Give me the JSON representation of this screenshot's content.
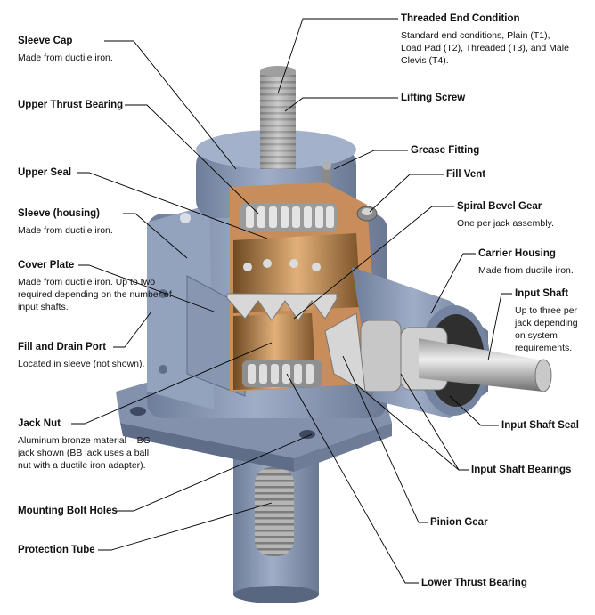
{
  "labels": {
    "threaded_end_condition": {
      "title": "Threaded End Condition",
      "desc": "Standard end conditions, Plain (T1), Load Pad (T2), Threaded (T3), and Male Clevis (T4)."
    },
    "lifting_screw": {
      "title": "Lifting Screw"
    },
    "grease_fitting": {
      "title": "Grease Fitting"
    },
    "fill_vent": {
      "title": "Fill Vent"
    },
    "spiral_bevel_gear": {
      "title": "Spiral Bevel Gear",
      "desc": "One per jack assembly."
    },
    "carrier_housing": {
      "title": "Carrier Housing",
      "desc": "Made from ductile iron."
    },
    "input_shaft": {
      "title": "Input Shaft",
      "desc": "Up to three per jack depending on system requirements."
    },
    "input_shaft_seal": {
      "title": "Input Shaft Seal"
    },
    "input_shaft_bearings": {
      "title": "Input Shaft Bearings"
    },
    "pinion_gear": {
      "title": "Pinion Gear"
    },
    "lower_thrust_bearing": {
      "title": "Lower Thrust Bearing"
    },
    "sleeve_cap": {
      "title": "Sleeve Cap",
      "desc": "Made from ductile iron."
    },
    "upper_thrust_bearing": {
      "title": "Upper Thrust Bearing"
    },
    "upper_seal": {
      "title": "Upper Seal"
    },
    "sleeve_housing": {
      "title": "Sleeve (housing)",
      "desc": "Made from ductile iron."
    },
    "cover_plate": {
      "title": "Cover Plate",
      "desc": "Made from ductile iron. Up to two required depending on the number of input shafts."
    },
    "fill_and_drain_port": {
      "title": "Fill and Drain Port",
      "desc": "Located in sleeve (not shown)."
    },
    "jack_nut": {
      "title": "Jack Nut",
      "desc": "Aluminum bronze material – BG jack shown (BB jack uses a ball nut with a ductile iron adapter)."
    },
    "mounting_bolt_holes": {
      "title": "Mounting Bolt Holes"
    },
    "protection_tube": {
      "title": "Protection Tube"
    }
  },
  "colors": {
    "housing": "#8c9bb6",
    "housing_dark": "#5f6d88",
    "bronze": "#b9824a",
    "steel": "#b8b8b8",
    "leader": "#000000"
  }
}
